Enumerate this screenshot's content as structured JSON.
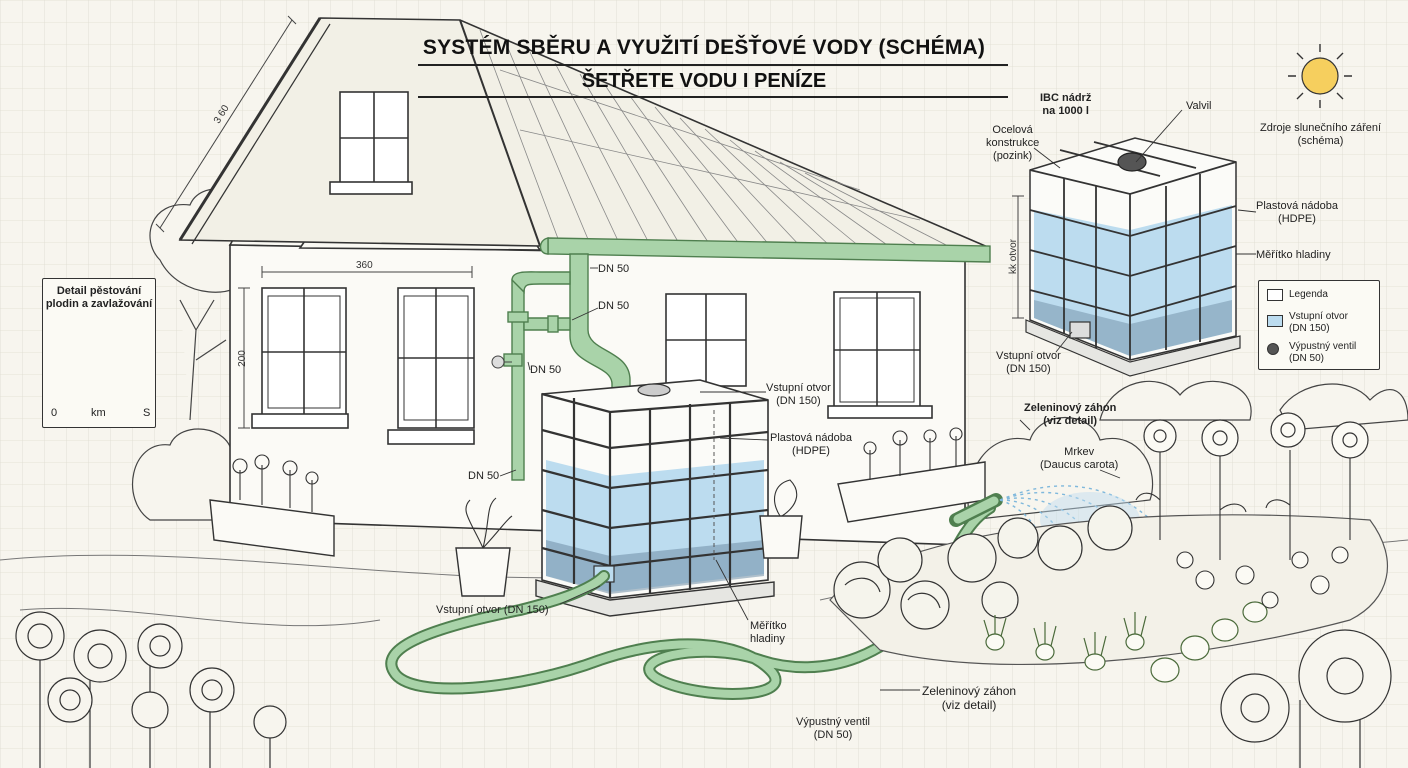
{
  "title": "SYSTÉM SBĚRU A VYUŽITÍ DEŠŤOVÉ VODY (SCHÉMA)",
  "subtitle": "ŠETŘETE VODU I PENÍZE",
  "colors": {
    "pipe": "#a9d3a9",
    "water": "#bcdcef",
    "line": "#333333",
    "sun": "#f6cf5e",
    "paper": "#f7f5ee"
  },
  "dimensions": {
    "roof": "3 60",
    "wall_width": "360",
    "wall_height": "200",
    "tank_height": "kk otvor"
  },
  "pipe_labels": [
    "DN 50",
    "DN 50",
    "DN 50",
    "DN 50"
  ],
  "main_tank": {
    "inlet": "Vstupní otvor\n(DN 150)",
    "vessel": "Plastová nádoba\n(HDPE)",
    "outlet": "Vstupní otvor (DN 150)",
    "scale": "Měřítko\nhladiny"
  },
  "hose_valve": "Výpustný ventil\n(DN 50)",
  "garden": {
    "bed": "Zeleninový záhon\n(viz detail)",
    "carrot": "Mrkev\n(Daucus carota)",
    "bed_lower": "Zeleninový záhon\n(viz detail)"
  },
  "detail": {
    "title": "IBC nádrž\nna 1000 l",
    "valve": "Valvil",
    "frame": "Ocelová\nkonstrukce\n(pozink)",
    "vessel": "Plastová nádoba\n(HDPE)",
    "scale": "Měřítko hladiny",
    "inlet": "Vstupní otvor\n(DN 150)"
  },
  "sun_label": "Zdroje slunečního záření\n(schéma)",
  "legend": [
    {
      "swatch": "outline",
      "label": "Legenda"
    },
    {
      "swatch": "water",
      "label": "Vstupní otvor\n(DN 150)"
    },
    {
      "swatch": "valve",
      "label": "Výpustný ventil\n(DN 50)"
    }
  ],
  "crop_detail": {
    "title": "Detail pěstování\nplodin a zavlažování",
    "scale_start": "0",
    "scale_unit": "km",
    "scale_end": "S"
  }
}
